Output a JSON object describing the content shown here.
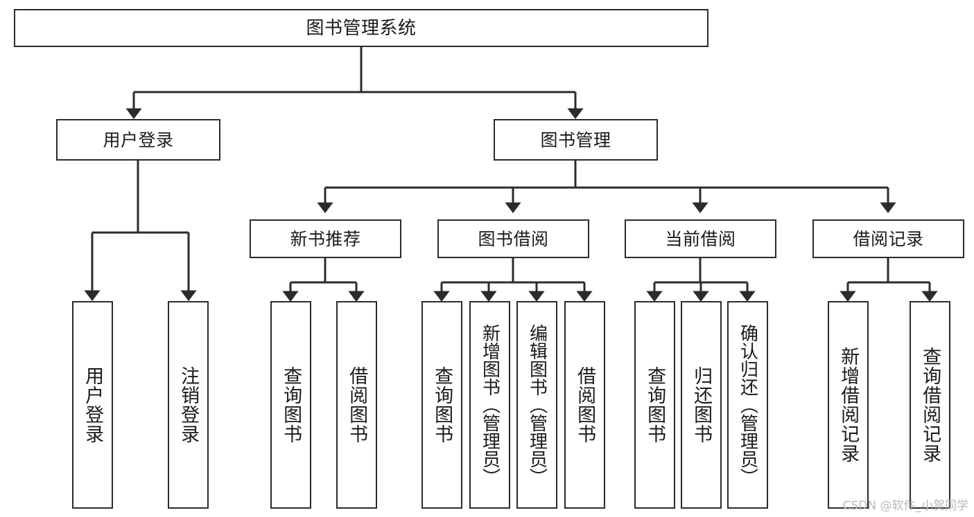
{
  "diagram": {
    "title": "图书管理系统",
    "watermark": "CSDN @软件_小贺同学",
    "colors": {
      "stroke": "#2b2b2b",
      "fill": "#ffffff",
      "text": "#1a1a1a",
      "watermark": "#b9b9b9"
    },
    "nodes": {
      "root": "图书管理系统",
      "level1": [
        {
          "id": "user-login",
          "label": "用户登录"
        },
        {
          "id": "book-management",
          "label": "图书管理"
        }
      ],
      "level2": [
        {
          "id": "new-book-recommend",
          "label": "新书推荐"
        },
        {
          "id": "book-borrow",
          "label": "图书借阅"
        },
        {
          "id": "current-borrow",
          "label": "当前借阅"
        },
        {
          "id": "borrow-record",
          "label": "借阅记录"
        }
      ],
      "leaves": {
        "user-login": [
          {
            "id": "leaf-user-login",
            "label": "用户登录"
          },
          {
            "id": "leaf-logout-login",
            "label": "注销登录"
          }
        ],
        "new-book-recommend": [
          {
            "id": "leaf-query-book-1",
            "label": "查询图书"
          },
          {
            "id": "leaf-borrow-book-1",
            "label": "借阅图书"
          }
        ],
        "book-borrow": [
          {
            "id": "leaf-query-book-2",
            "label": "查询图书"
          },
          {
            "id": "leaf-add-book",
            "label": "新增图书（管理员）"
          },
          {
            "id": "leaf-edit-book",
            "label": "编辑图书（管理员）"
          },
          {
            "id": "leaf-borrow-book-2",
            "label": "借阅图书"
          }
        ],
        "current-borrow": [
          {
            "id": "leaf-query-book-3",
            "label": "查询图书"
          },
          {
            "id": "leaf-return-book",
            "label": "归还图书"
          },
          {
            "id": "leaf-confirm-return",
            "label": "确认归还（管理员）"
          }
        ],
        "borrow-record": [
          {
            "id": "leaf-add-record",
            "label": "新增借阅记录"
          },
          {
            "id": "leaf-query-record",
            "label": "查询借阅记录"
          }
        ]
      }
    }
  }
}
